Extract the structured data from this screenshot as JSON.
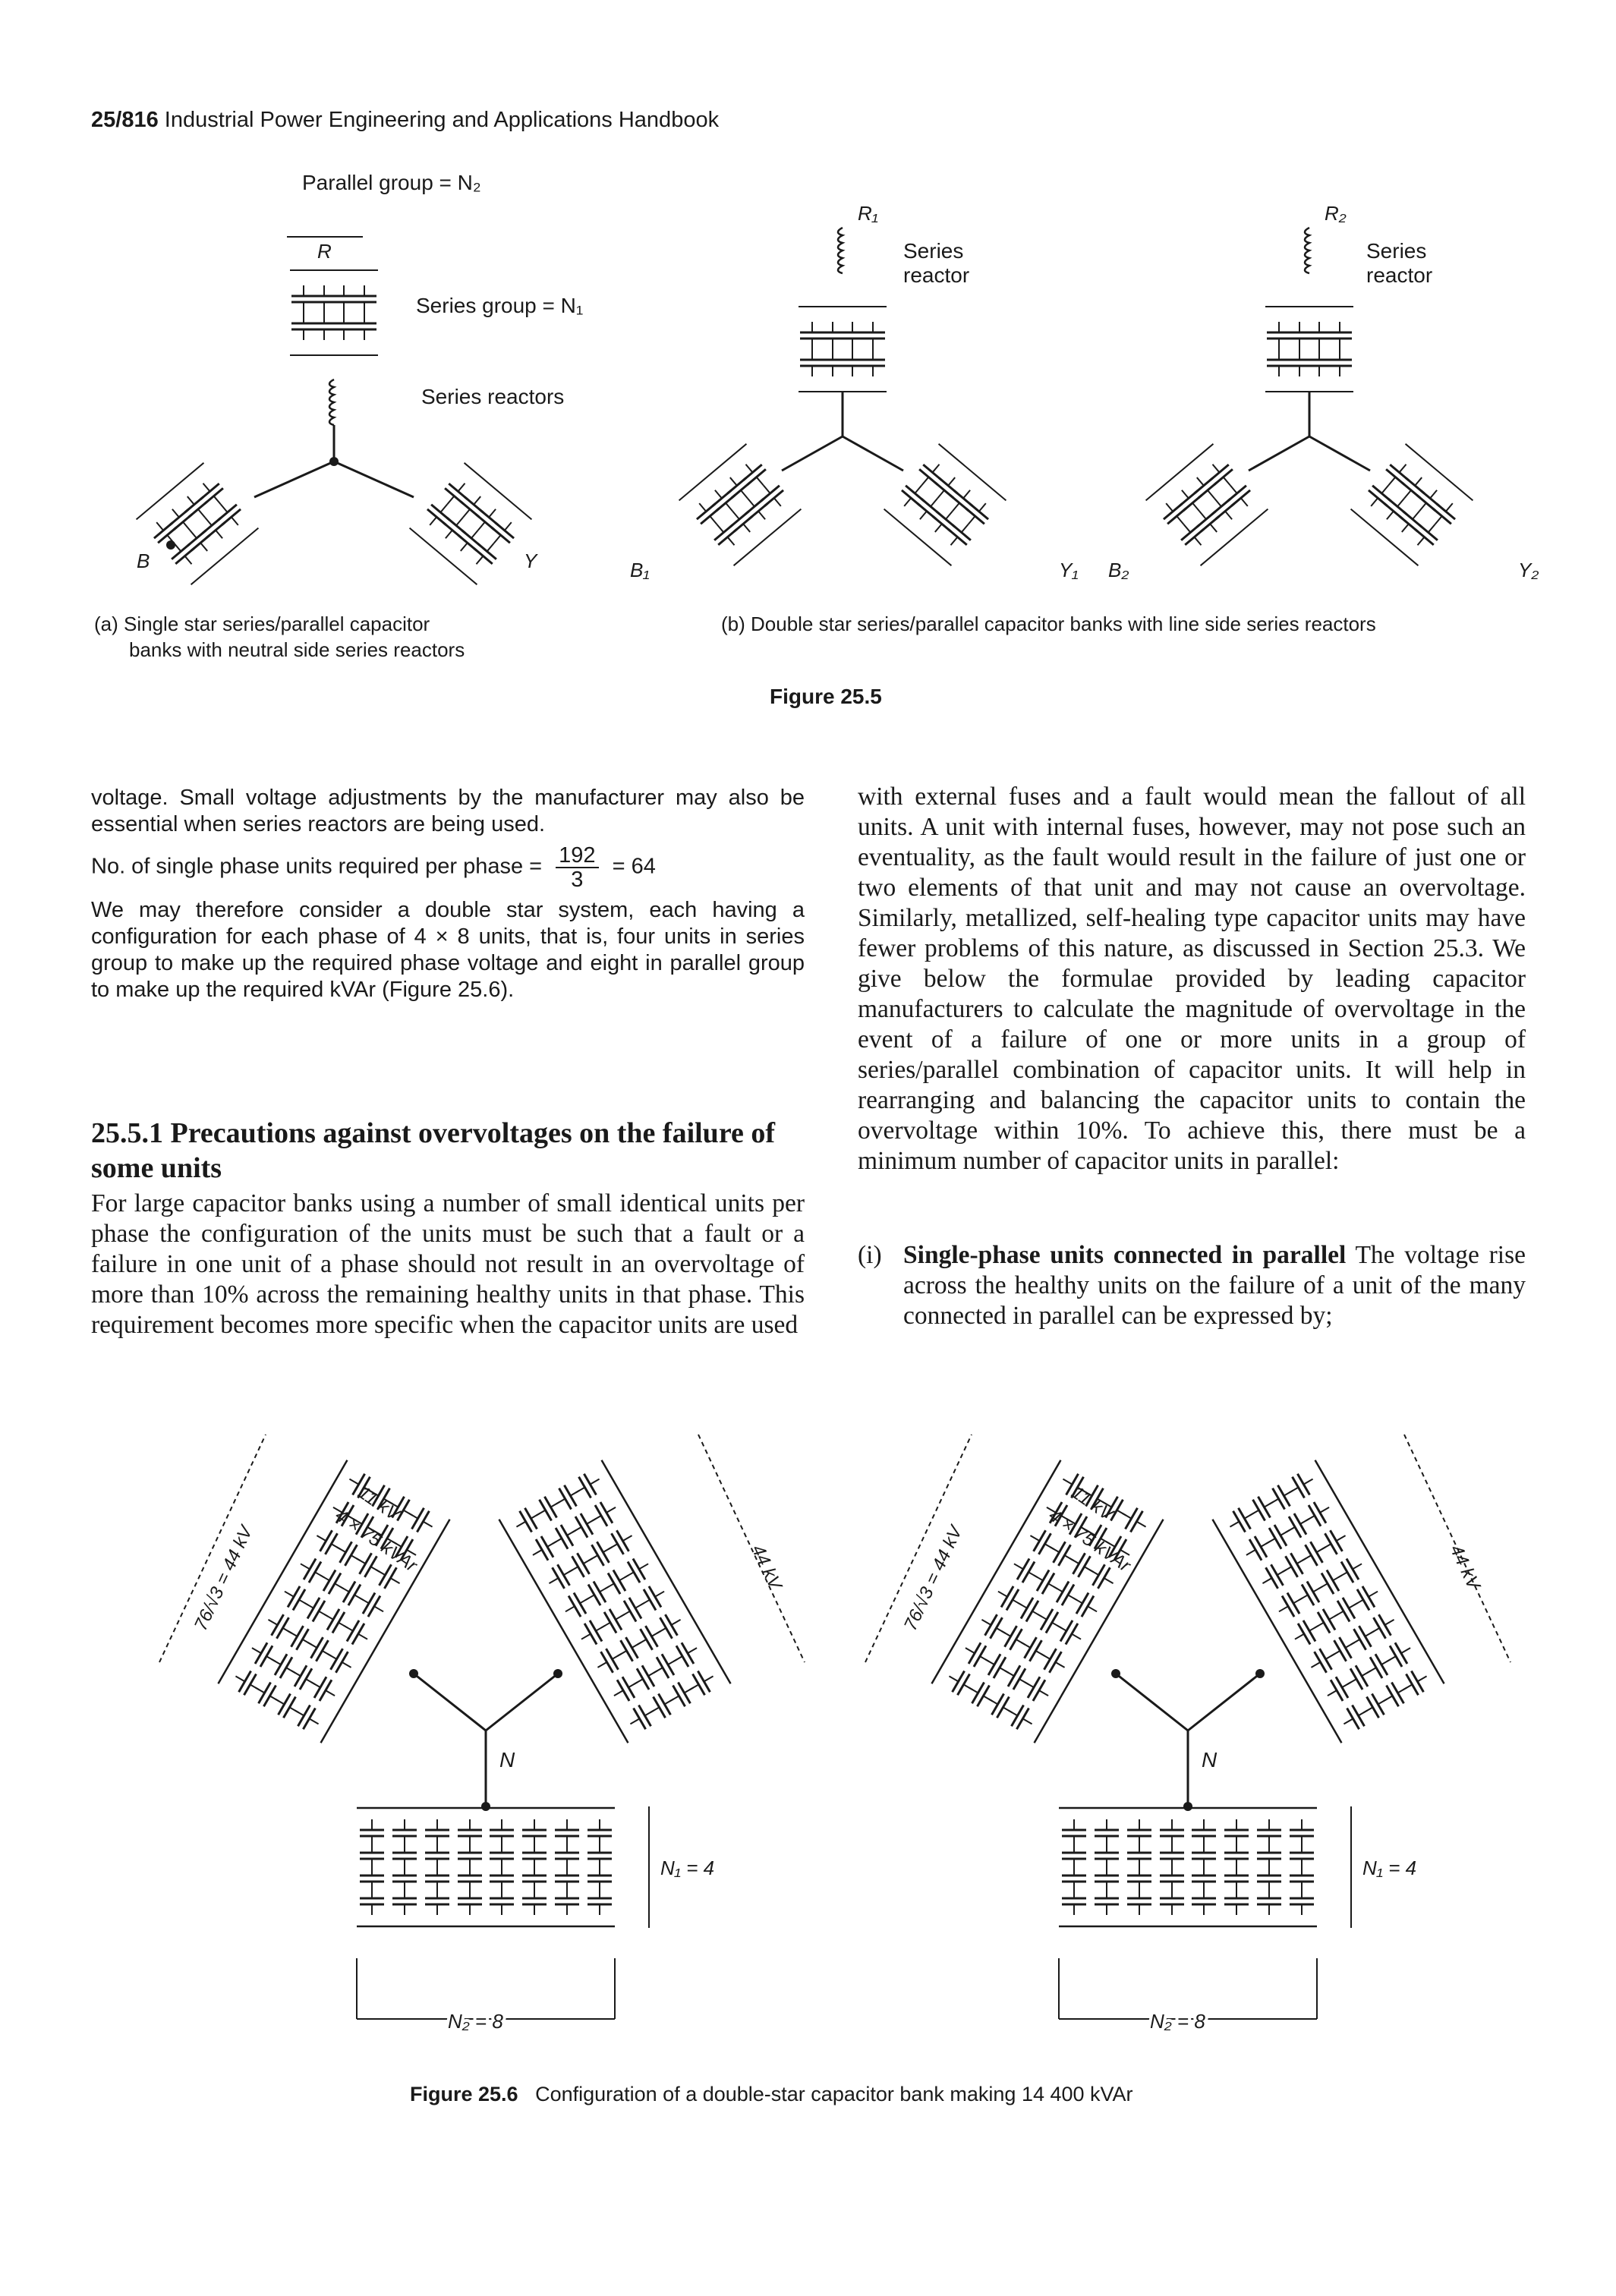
{
  "header": {
    "page_no": "25/816",
    "book_title": "Industrial Power Engineering and Applications Handbook"
  },
  "figure_25_5": {
    "panel_a": {
      "parallel_group": "Parallel group = N₂",
      "r_label": "R",
      "series_group": "Series group = N₁",
      "series_reactors": "Series reactors",
      "b_label": "B",
      "y_label": "Y",
      "caption_line1": "(a) Single star series/parallel capacitor",
      "caption_line2": "banks with neutral side series reactors"
    },
    "panel_b": {
      "r1_label": "R₁",
      "r2_label": "R₂",
      "series_reactor": "Series reactor",
      "b1_label": "B₁",
      "y1_label": "Y₁",
      "b2_label": "B₂",
      "y2_label": "Y₂",
      "caption": "(b) Double star series/parallel capacitor banks with line side series reactors"
    },
    "title": "Figure 25.5"
  },
  "left_column": {
    "para1": "voltage. Small voltage adjustments by the manufacturer may also be essential when series reactors are being used.",
    "eq_prefix": "No. of single phase units required per phase =",
    "eq_num": "192",
    "eq_den": "3",
    "eq_result": "= 64",
    "para2": "We may therefore consider a double star system, each having a configuration for each phase of 4 × 8 units, that is, four units in series group to make up the required phase voltage and eight in parallel group to make up the required kVAr (Figure 25.6).",
    "heading_num": "25.5.1",
    "heading_text": "Precautions against overvoltages on the failure of some units",
    "para3": "For large capacitor banks using a number of small identical units per phase the configuration of the units must be such that a fault or a failure in one unit of a phase should not result in an overvoltage of more than 10% across the remaining healthy units in that phase. This requirement becomes more specific when the capacitor units are used"
  },
  "right_column": {
    "para1": "with external fuses and a fault would mean the fallout of all units. A unit with internal fuses, however, may not pose such an eventuality, as the fault would result in the failure of just one or two elements of that unit and may not cause an overvoltage. Similarly, metallized, self-healing type capacitor units may have fewer problems of this nature, as discussed in Section 25.3. We give below the formulae provided by leading capacitor manufacturers to calculate the magnitude of overvoltage in the event of a failure of one or more units in a group of series/parallel combination of capacitor units. It will help in rearranging and balancing the capacitor units to contain the overvoltage within 10%. To achieve this, there must be a minimum number of capacitor units in parallel:",
    "item_marker": "(i)",
    "item_bold": "Single-phase units connected in parallel",
    "item_text": "The voltage rise across the healthy units on the failure of a unit of the many connected in parallel can be expressed by;"
  },
  "figure_25_6": {
    "unit_rating": "11 kV",
    "group_label": "4 × 75 kVAr",
    "phase_voltage": "76/√3 = 44 kV",
    "series_voltage": "44 kV",
    "neutral": "N",
    "n1": "N₁ = 4",
    "n2": "N₂ = 8",
    "title_bold": "Figure 25.6",
    "title_text": "Configuration of a double-star capacitor bank making 14 400 kVAr"
  }
}
